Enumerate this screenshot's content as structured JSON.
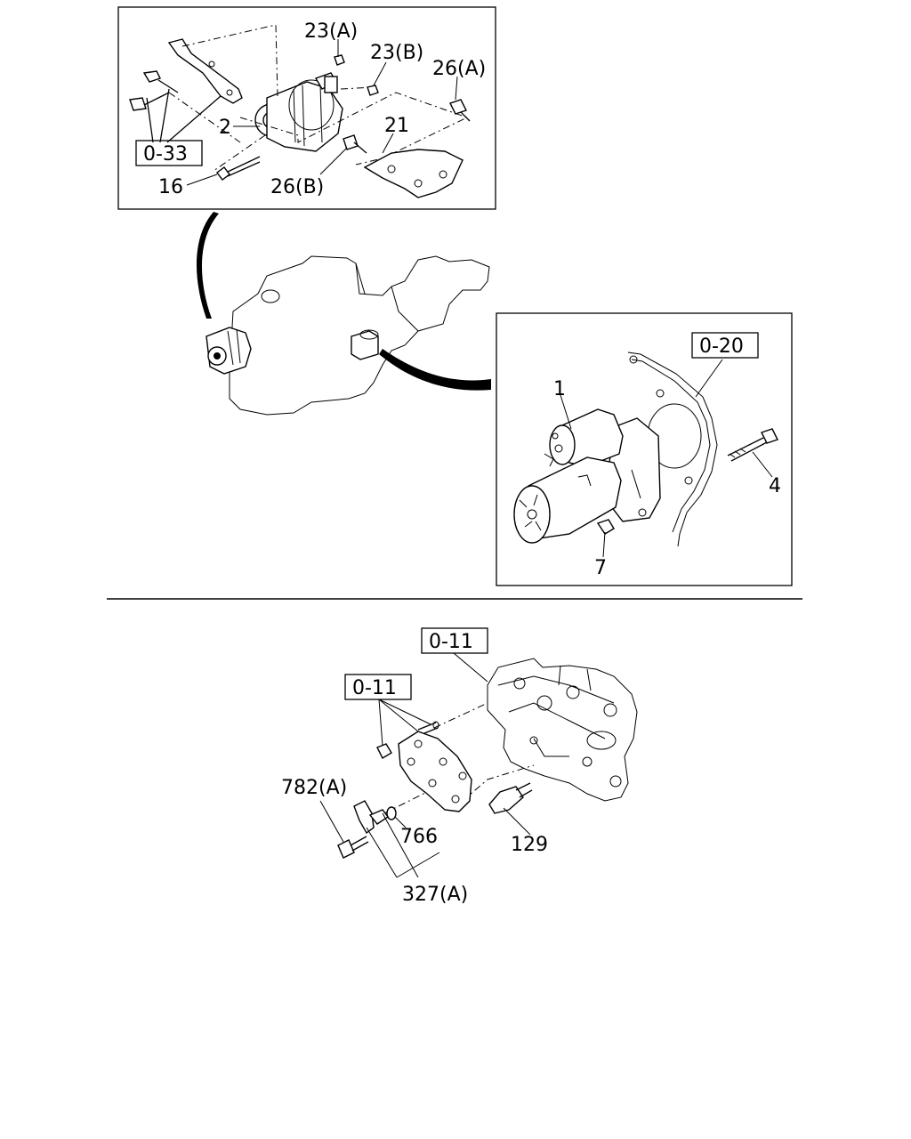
{
  "callouts": {
    "p23a": "23(A)",
    "p23b": "23(B)",
    "p26a": "26(A)",
    "p2": "2",
    "p21": "21",
    "p16": "16",
    "p26b": "26(B)",
    "p1": "1",
    "p4": "4",
    "p7": "7",
    "p782a": "782(A)",
    "p766": "766",
    "p129": "129",
    "p327a": "327(A)"
  },
  "refs": {
    "r033": "0-33",
    "r020": "0-20",
    "r011_top": "0-11",
    "r011_left": "0-11"
  }
}
